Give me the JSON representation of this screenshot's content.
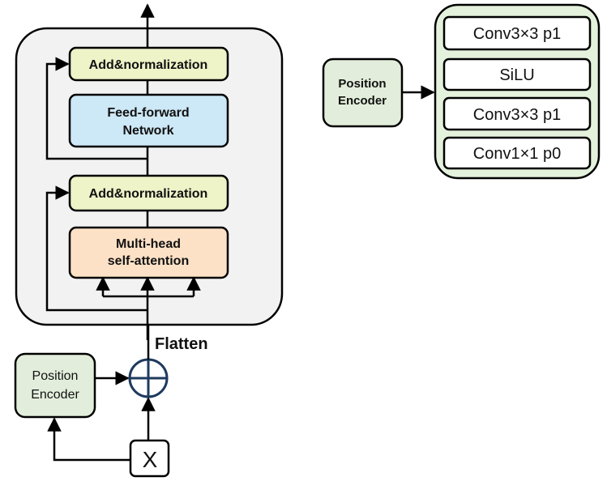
{
  "encoder_block": {
    "add_norm_top": "Add&normalization",
    "ffn_line1": "Feed-forward",
    "ffn_line2": "Network",
    "add_norm_bottom": "Add&normalization",
    "mha_line1": "Multi-head",
    "mha_line2": "self-attention"
  },
  "flatten_label": "Flatten",
  "position_encoder_left": {
    "line1": "Position",
    "line2": "Encoder"
  },
  "input_label": "X",
  "position_encoder_right": {
    "line1": "Position",
    "line2": "Encoder"
  },
  "conv_stack": {
    "layers": [
      "Conv3×3 p1",
      "SiLU",
      "Conv3×3 p1",
      "Conv1×1 p0"
    ]
  },
  "colors": {
    "add_norm_fill": "#eef3c8",
    "ffn_fill": "#cde8f6",
    "mha_fill": "#fde1c6",
    "encoder_block_fill": "#f2f2f2",
    "position_encoder_fill": "#e2eedb",
    "conv_stack_fill": "#e4f1dc",
    "plus_circle_stroke": "#1f3a5f"
  }
}
